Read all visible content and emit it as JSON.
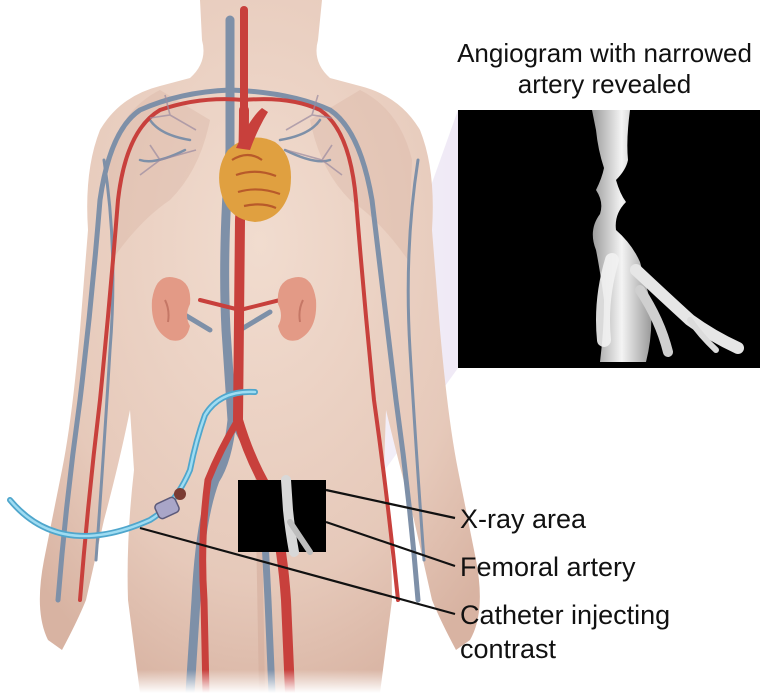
{
  "inset": {
    "title_line1": "Angiogram with narrowed",
    "title_line2": "artery revealed"
  },
  "labels": {
    "xray_area": "X-ray area",
    "femoral_artery": "Femoral artery",
    "catheter_line1": "Catheter injecting",
    "catheter_line2": "contrast"
  },
  "colors": {
    "skin": "#ead3c6",
    "skin_shade": "#d9b6a6",
    "artery": "#c8403c",
    "vein": "#7e90a8",
    "catheter": "#6fc6e8",
    "heart": "#e0a040",
    "kidney": "#e39a86",
    "highlight_cone": "#d8cbe6",
    "xray_bg": "#000000"
  }
}
